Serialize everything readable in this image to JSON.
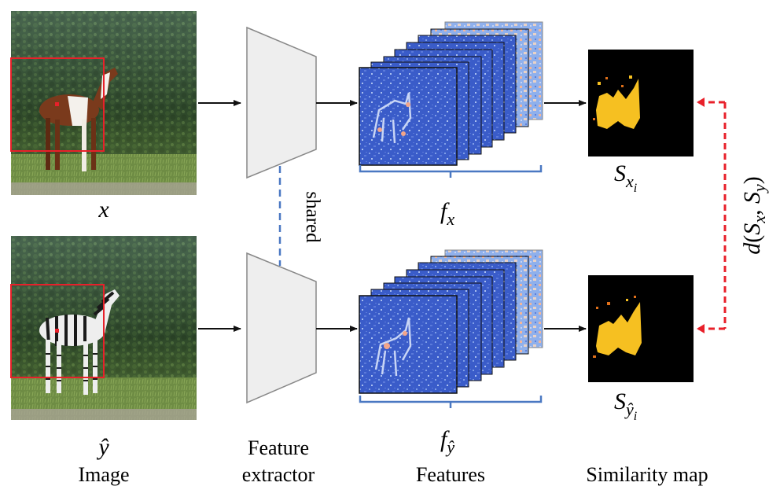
{
  "labels": {
    "image_x": "x",
    "image_y": "ŷ",
    "image_caption": "Image",
    "extractor_caption_line1": "Feature",
    "extractor_caption_line2": "extractor",
    "features_caption": "Features",
    "similarity_caption": "Similarity map",
    "shared": "shared",
    "features_x": {
      "base": "f",
      "sub": "x"
    },
    "features_y": {
      "base": "f",
      "sub": "ŷ"
    },
    "similarity_x": {
      "base": "S",
      "sub": "x",
      "subsub": "i"
    },
    "similarity_y": {
      "base": "S",
      "sub": "ŷ",
      "subsub": "i"
    },
    "distance": "d(Sₓ, Sᵧ)",
    "distance_parts": {
      "fn": "d",
      "a_base": "S",
      "a_sub": "x",
      "b_base": "S",
      "b_sub": "y"
    }
  },
  "colors": {
    "arrow": "#111111",
    "bbox": "#e8202a",
    "shared_dash": "#4a78c2",
    "brace": "#4a78c2",
    "distance_arrow": "#e8202a",
    "extractor_fill": "#eeeeee",
    "extractor_stroke": "#888888",
    "feature_blue": "#3a5cc9",
    "feature_warm": "#f2a58a",
    "similarity_bg": "#000000",
    "similarity_hot": "#f6c021"
  },
  "images": {
    "top": "photo of a brown and white horse standing in grass in front of trees, with a red bounding box and red center point",
    "bottom": "photo of a zebra standing in grass in front of trees, with a red bounding box and red center point"
  }
}
